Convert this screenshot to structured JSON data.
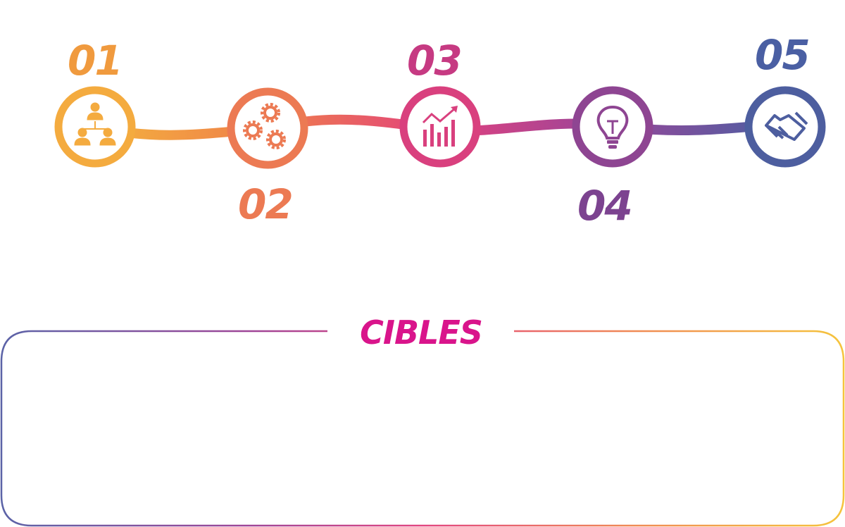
{
  "colors": {
    "orange": "#F4B23E",
    "orange_deep": "#EF7F4A",
    "pink": "#E2417E",
    "magenta": "#D9148B",
    "purple": "#A04597",
    "violet": "#7C4792",
    "blue": "#4A5FA3"
  },
  "steps": [
    {
      "number": "01",
      "icon": "team-hierarchy-icon",
      "color": "#F4AB3F"
    },
    {
      "number": "02",
      "icon": "gears-icon",
      "color": "#EC7A53"
    },
    {
      "number": "03",
      "icon": "growth-chart-icon",
      "color": "#D9407E"
    },
    {
      "number": "04",
      "icon": "lightbulb-icon",
      "color": "#7C4390"
    },
    {
      "number": "05",
      "icon": "handshake-icon",
      "color": "#4D5E9F"
    }
  ],
  "targets": {
    "title": "CIBLES",
    "title_color": "#D9148B"
  }
}
